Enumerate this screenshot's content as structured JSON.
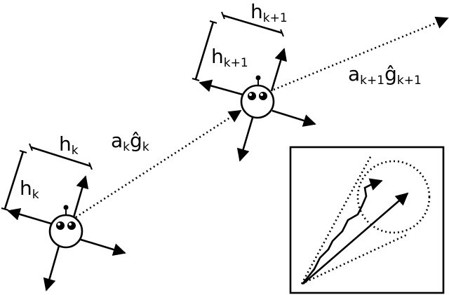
{
  "labels": {
    "h_k_top": {
      "main": "h",
      "sub": "k"
    },
    "h_k_side": {
      "main": "h",
      "sub": "k"
    },
    "a_k_g_k": {
      "a": "a",
      "a_sub": "k",
      "g": "ĝ",
      "g_sub": "k"
    },
    "h_k1_top": {
      "main": "h",
      "sub": "k+1"
    },
    "h_k1_side": {
      "main": "h",
      "sub": "k+1"
    },
    "a_k1_g_k1": {
      "a": "a",
      "a_sub": "k+1",
      "g": "ĝ",
      "g_sub": "k+1"
    }
  }
}
